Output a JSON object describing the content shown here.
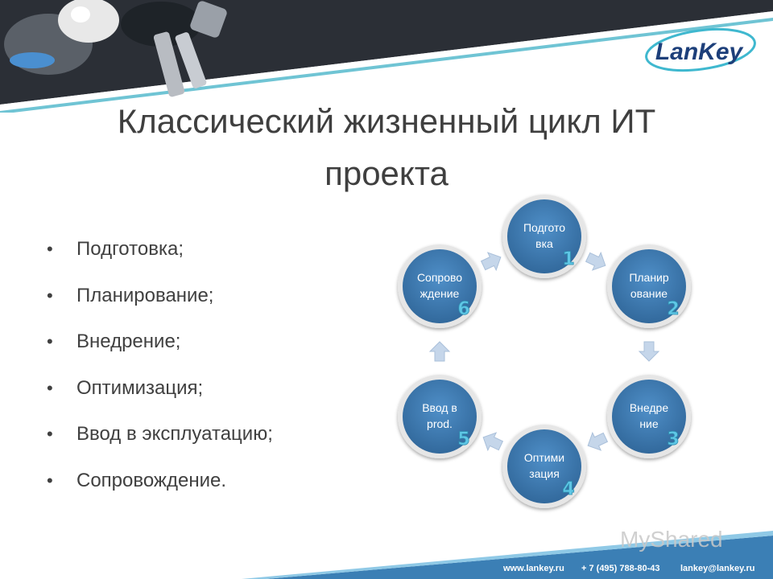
{
  "brand": {
    "logo_text": "LanKey"
  },
  "title": {
    "line1": "Классический жизненный цикл ИТ",
    "line2": "проекта"
  },
  "bullets": [
    "Подготовка;",
    "Планирование;",
    "Внедрение;",
    "Оптимизация;",
    "Ввод в эксплуатацию;",
    "Сопровождение."
  ],
  "cycle": {
    "nodes": [
      {
        "lines": [
          "Подгото",
          "вка"
        ],
        "number": "1"
      },
      {
        "lines": [
          "Планир",
          "ование"
        ],
        "number": "2"
      },
      {
        "lines": [
          "Внедре",
          "ние"
        ],
        "number": "3"
      },
      {
        "lines": [
          "Оптими",
          "зация"
        ],
        "number": "4"
      },
      {
        "lines": [
          "Ввод в",
          "prod."
        ],
        "number": "5"
      },
      {
        "lines": [
          "Сопрово",
          "ждение"
        ],
        "number": "6"
      }
    ]
  },
  "footer": {
    "website": "www.lankey.ru",
    "phone": "+ 7 (495) 788-80-43",
    "email": "lankey@lankey.ru"
  },
  "watermark": "MyShared",
  "colors": {
    "node_fill": "#3f7fb8",
    "node_ring": "#e6e6e6",
    "accent_cyan": "#3fb8cf",
    "number_fill": "#5fc7e6",
    "footer_blue": "#3b7fb5"
  }
}
